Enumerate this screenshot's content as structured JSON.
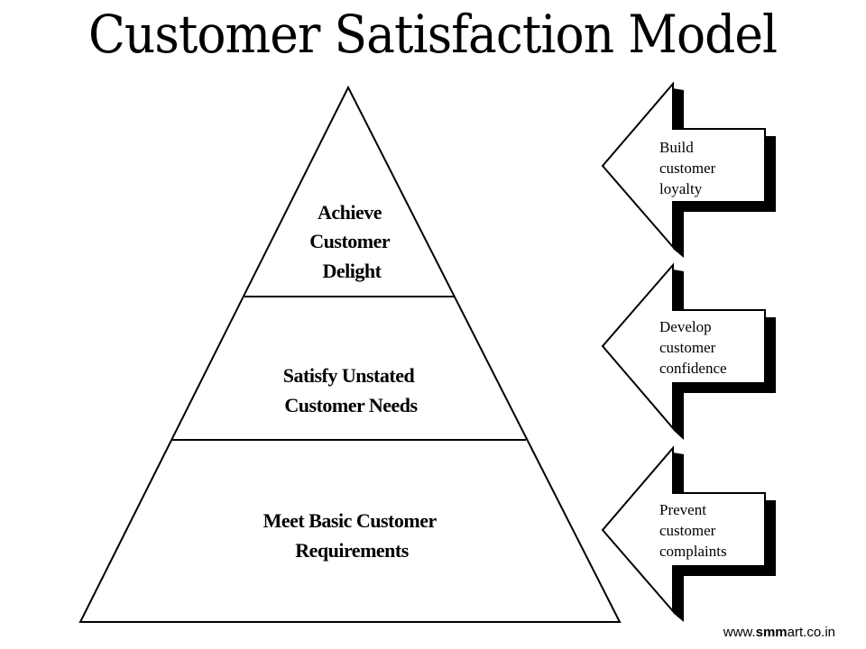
{
  "title": "Customer Satisfaction Model",
  "pyramid": {
    "tiers": [
      {
        "lines": [
          "Achieve",
          "Customer",
          "Delight"
        ]
      },
      {
        "lines": [
          "Satisfy Unstated",
          "Customer Needs"
        ]
      },
      {
        "lines": [
          "Meet Basic Customer",
          "Requirements"
        ]
      }
    ]
  },
  "arrows": [
    {
      "lines": [
        "Build",
        "customer",
        "loyalty"
      ]
    },
    {
      "lines": [
        "Develop",
        "customer",
        "confidence"
      ]
    },
    {
      "lines": [
        "Prevent",
        "customer",
        "complaints"
      ]
    }
  ],
  "footer": {
    "prefix": "www.",
    "brand_bold": "smm",
    "suffix": "art.co.in"
  },
  "colors": {
    "stroke": "#000000",
    "background": "#ffffff"
  }
}
